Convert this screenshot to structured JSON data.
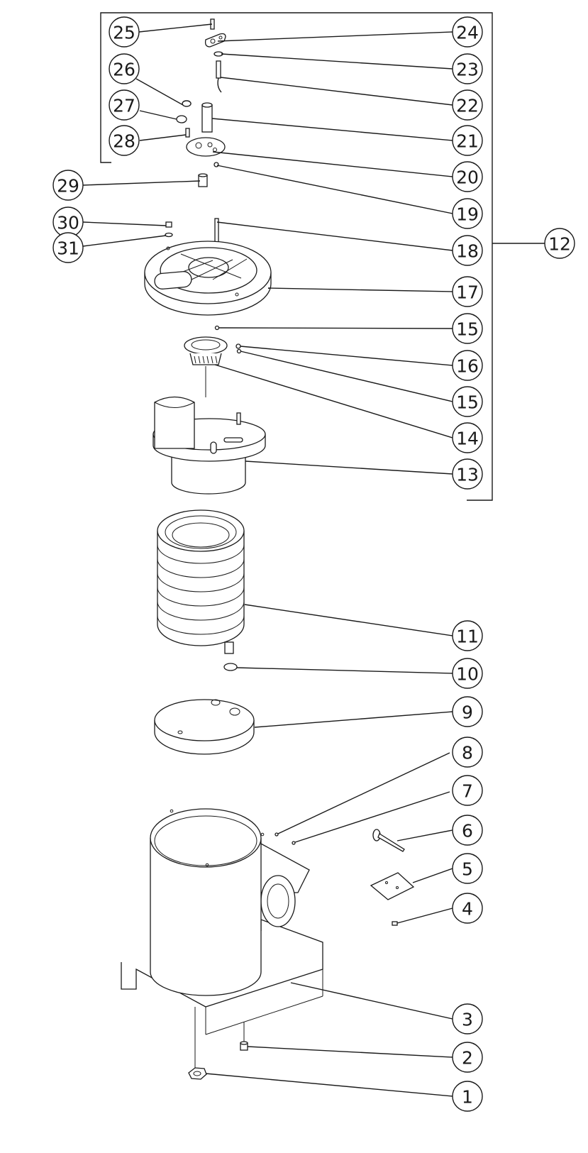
{
  "diagram": {
    "callouts": [
      {
        "id": "25",
        "label": "25"
      },
      {
        "id": "24",
        "label": "24"
      },
      {
        "id": "26",
        "label": "26"
      },
      {
        "id": "23",
        "label": "23"
      },
      {
        "id": "27",
        "label": "27"
      },
      {
        "id": "22",
        "label": "22"
      },
      {
        "id": "28",
        "label": "28"
      },
      {
        "id": "21",
        "label": "21"
      },
      {
        "id": "20",
        "label": "20"
      },
      {
        "id": "29",
        "label": "29"
      },
      {
        "id": "19",
        "label": "19"
      },
      {
        "id": "30",
        "label": "30"
      },
      {
        "id": "31",
        "label": "31"
      },
      {
        "id": "18",
        "label": "18"
      },
      {
        "id": "12",
        "label": "12"
      },
      {
        "id": "17",
        "label": "17"
      },
      {
        "id": "15a",
        "label": "15"
      },
      {
        "id": "16",
        "label": "16"
      },
      {
        "id": "15b",
        "label": "15"
      },
      {
        "id": "14",
        "label": "14"
      },
      {
        "id": "13",
        "label": "13"
      },
      {
        "id": "11",
        "label": "11"
      },
      {
        "id": "10",
        "label": "10"
      },
      {
        "id": "9",
        "label": "9"
      },
      {
        "id": "8",
        "label": "8"
      },
      {
        "id": "7",
        "label": "7"
      },
      {
        "id": "6",
        "label": "6"
      },
      {
        "id": "5",
        "label": "5"
      },
      {
        "id": "4",
        "label": "4"
      },
      {
        "id": "3",
        "label": "3"
      },
      {
        "id": "2",
        "label": "2"
      },
      {
        "id": "1",
        "label": "1"
      }
    ]
  }
}
